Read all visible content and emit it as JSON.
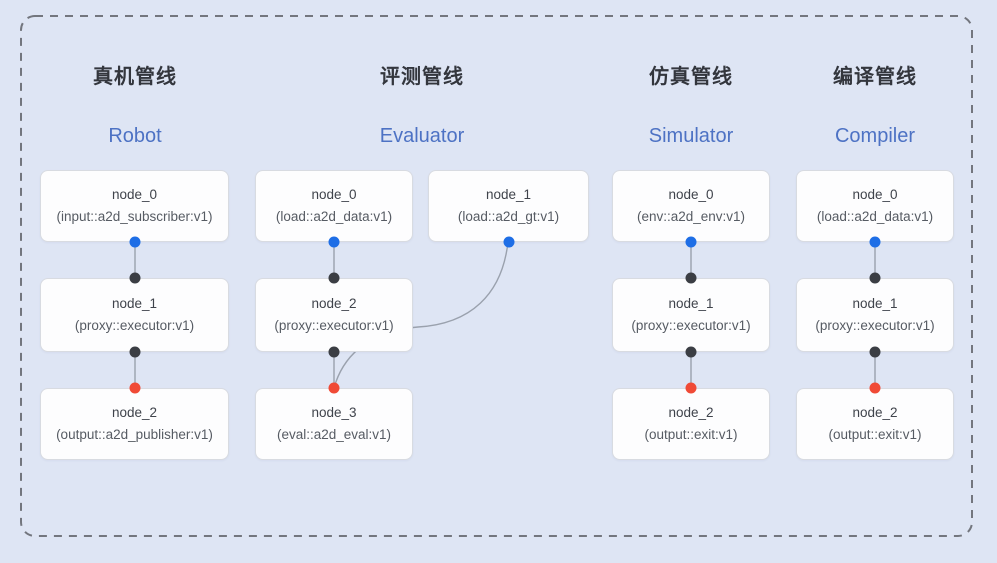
{
  "diagram": {
    "pipelines": [
      {
        "id": "robot",
        "title_zh": "真机管线",
        "title_en": "Robot",
        "nodes": [
          {
            "name": "node_0",
            "type": "(input::a2d_subscriber:v1)"
          },
          {
            "name": "node_1",
            "type": "(proxy::executor:v1)"
          },
          {
            "name": "node_2",
            "type": "(output::a2d_publisher:v1)"
          }
        ]
      },
      {
        "id": "evaluator",
        "title_zh": "评测管线",
        "title_en": "Evaluator",
        "nodes": [
          {
            "name": "node_0",
            "type": "(load::a2d_data:v1)"
          },
          {
            "name": "node_1",
            "type": "(load::a2d_gt:v1)"
          },
          {
            "name": "node_2",
            "type": "(proxy::executor:v1)"
          },
          {
            "name": "node_3",
            "type": "(eval::a2d_eval:v1)"
          }
        ]
      },
      {
        "id": "simulator",
        "title_zh": "仿真管线",
        "title_en": "Simulator",
        "nodes": [
          {
            "name": "node_0",
            "type": "(env::a2d_env:v1)"
          },
          {
            "name": "node_1",
            "type": "(proxy::executor:v1)"
          },
          {
            "name": "node_2",
            "type": "(output::exit:v1)"
          }
        ]
      },
      {
        "id": "compiler",
        "title_zh": "编译管线",
        "title_en": "Compiler",
        "nodes": [
          {
            "name": "node_0",
            "type": "(load::a2d_data:v1)"
          },
          {
            "name": "node_1",
            "type": "(proxy::executor:v1)"
          },
          {
            "name": "node_2",
            "type": "(output::exit:v1)"
          }
        ]
      }
    ]
  },
  "colors": {
    "background": "#dee5f4",
    "box_fill": "#fdfdfe",
    "box_border": "#d8dbe1",
    "border_dash": "#73767e",
    "edge": "#9aa1ad",
    "port_source": "#1e6ee6",
    "port_executor": "#3b3e44",
    "port_sink": "#f04a36",
    "title_zh": "#33363d",
    "title_en": "#4d72c4",
    "node_name": "#3f434b",
    "node_type": "#565b63"
  }
}
